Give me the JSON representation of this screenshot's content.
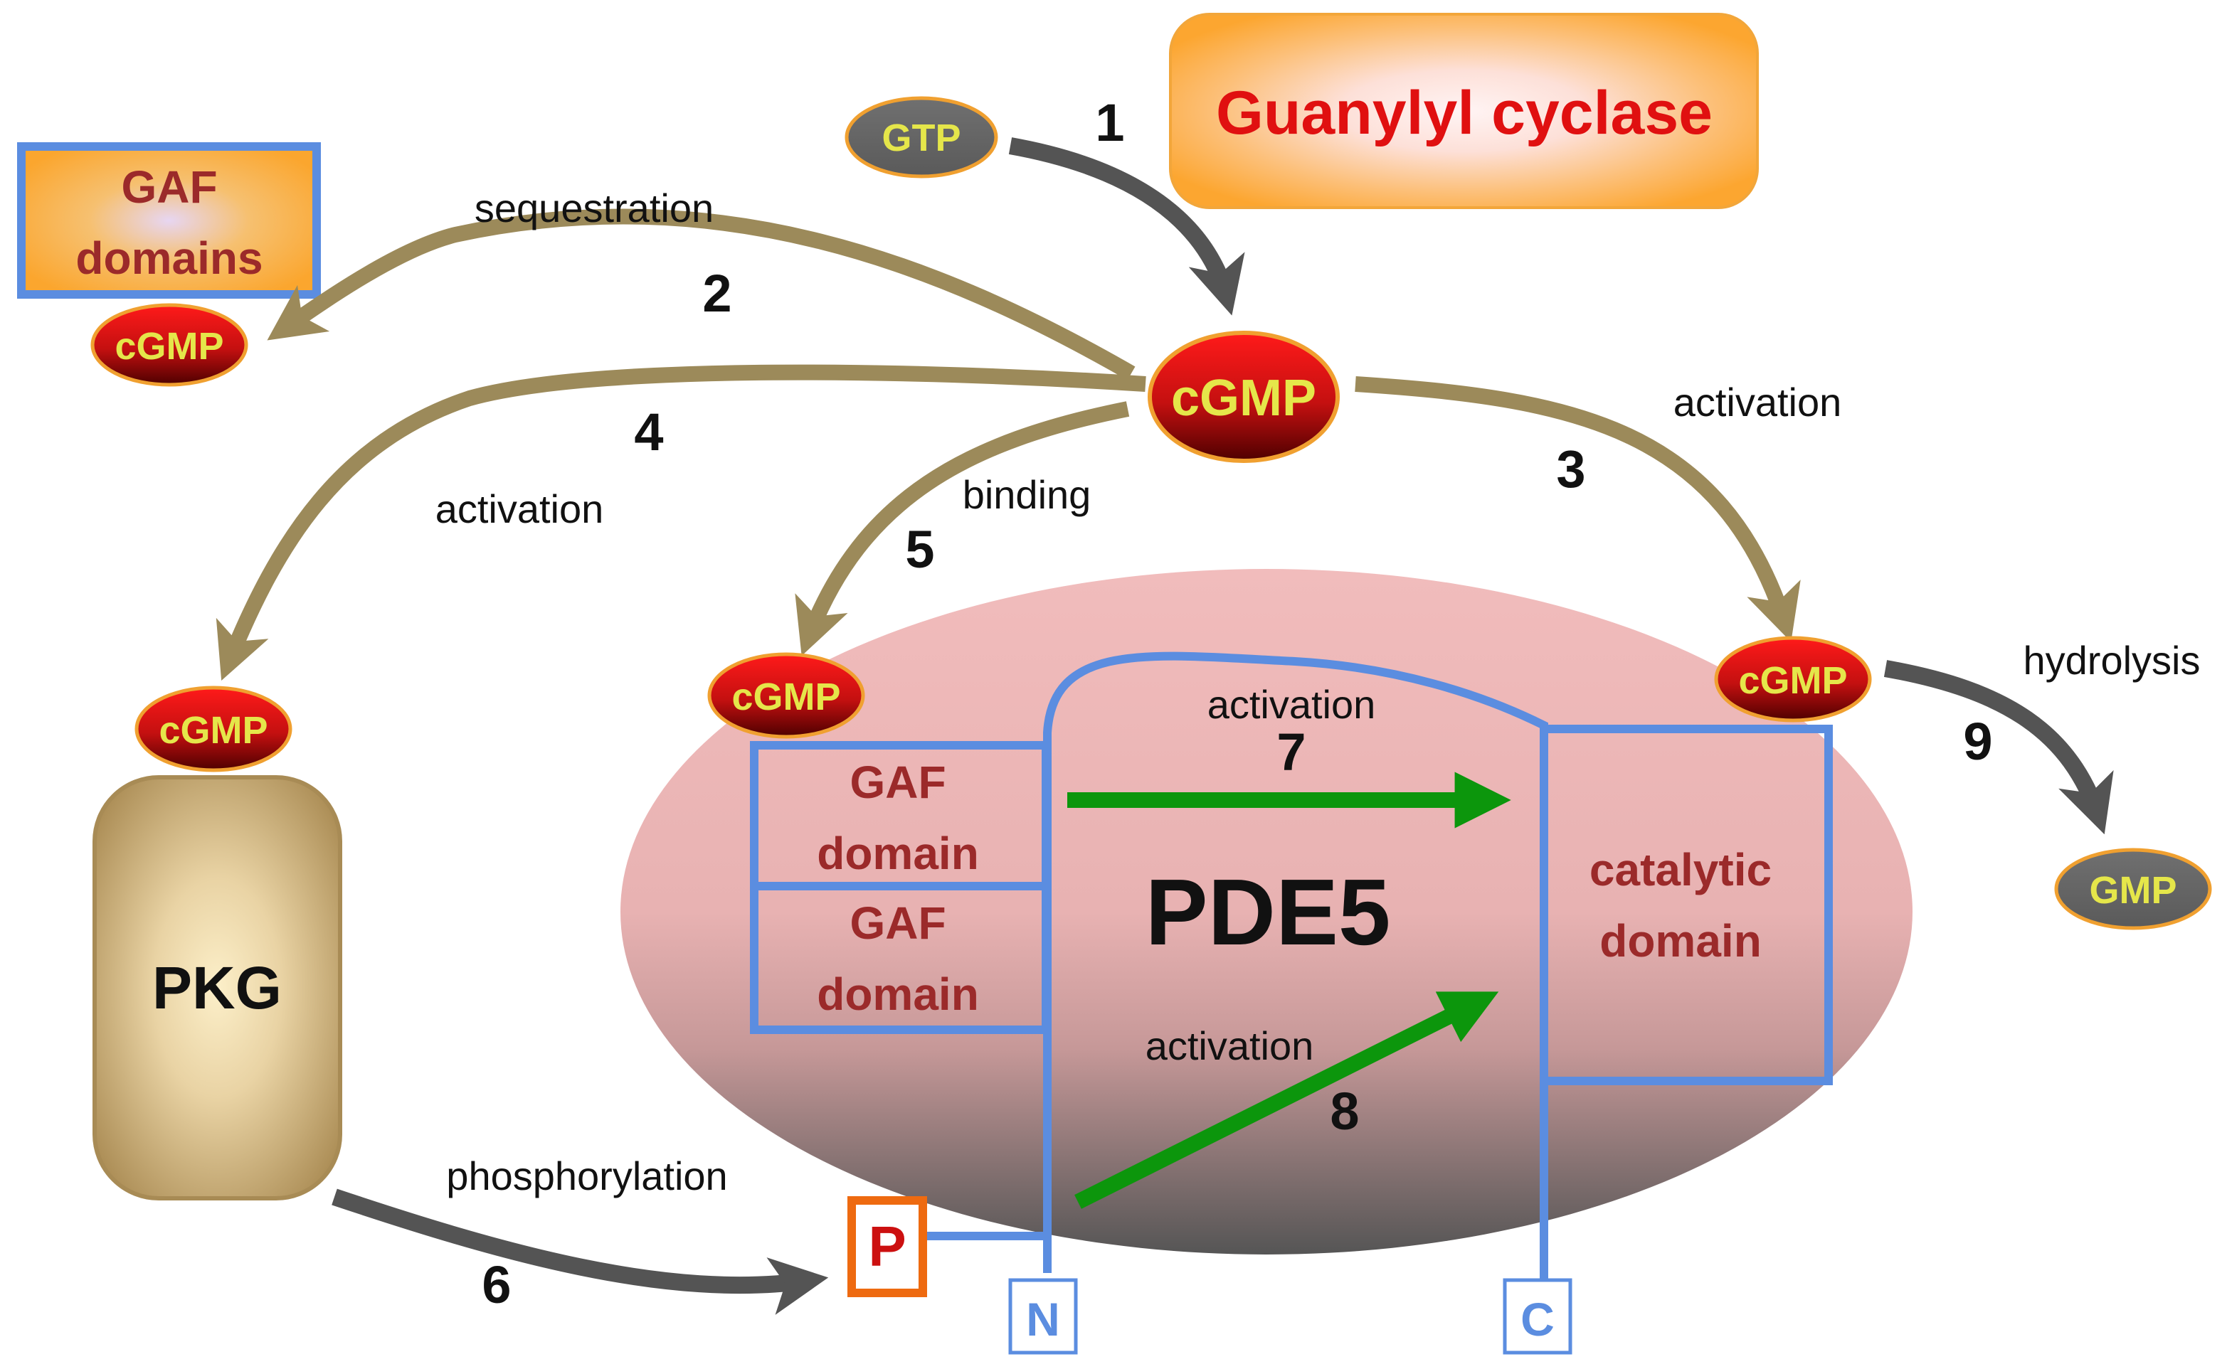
{
  "title": "",
  "nodes": {
    "guanylyl_cyclase": "Guanylyl cyclase",
    "gtp": "GTP",
    "gmp": "GMP",
    "cgmp_center": "cGMP",
    "cgmp_gaf_seq": "cGMP",
    "cgmp_pkg": "cGMP",
    "cgmp_gaf_bound": "cGMP",
    "cgmp_catalytic": "cGMP",
    "gaf_domains_box_line1": "GAF",
    "gaf_domains_box_line2": "domains",
    "pkg": "PKG",
    "pde5": "PDE5",
    "gaf_domain_1_line1": "GAF",
    "gaf_domain_1_line2": "domain",
    "gaf_domain_2_line1": "GAF",
    "gaf_domain_2_line2": "domain",
    "catalytic_line1": "catalytic",
    "catalytic_line2": "domain",
    "phospho_site": "P",
    "n_terminus": "N",
    "c_terminus": "C"
  },
  "edges": {
    "e1": {
      "number": "1",
      "label": ""
    },
    "e2": {
      "number": "2",
      "label": "sequestration"
    },
    "e3": {
      "number": "3",
      "label": "activation"
    },
    "e4": {
      "number": "4",
      "label": "activation"
    },
    "e5": {
      "number": "5",
      "label": "binding"
    },
    "e6": {
      "number": "6",
      "label": "phosphorylation"
    },
    "e7": {
      "number": "7",
      "label": "activation"
    },
    "e8": {
      "number": "8",
      "label": "activation"
    },
    "e9": {
      "number": "9",
      "label": "hydrolysis"
    }
  },
  "colors": {
    "brown_arrow": "#9c8a5a",
    "gray_arrow": "#545454",
    "green_arrow": "#0c960c",
    "domain_blue": "#5b8de0",
    "domain_text": "#9b2a2a",
    "cyclase_text": "#e01010",
    "cgmp_text": "#e5e64a",
    "phospho_orange": "#ee6a10"
  }
}
